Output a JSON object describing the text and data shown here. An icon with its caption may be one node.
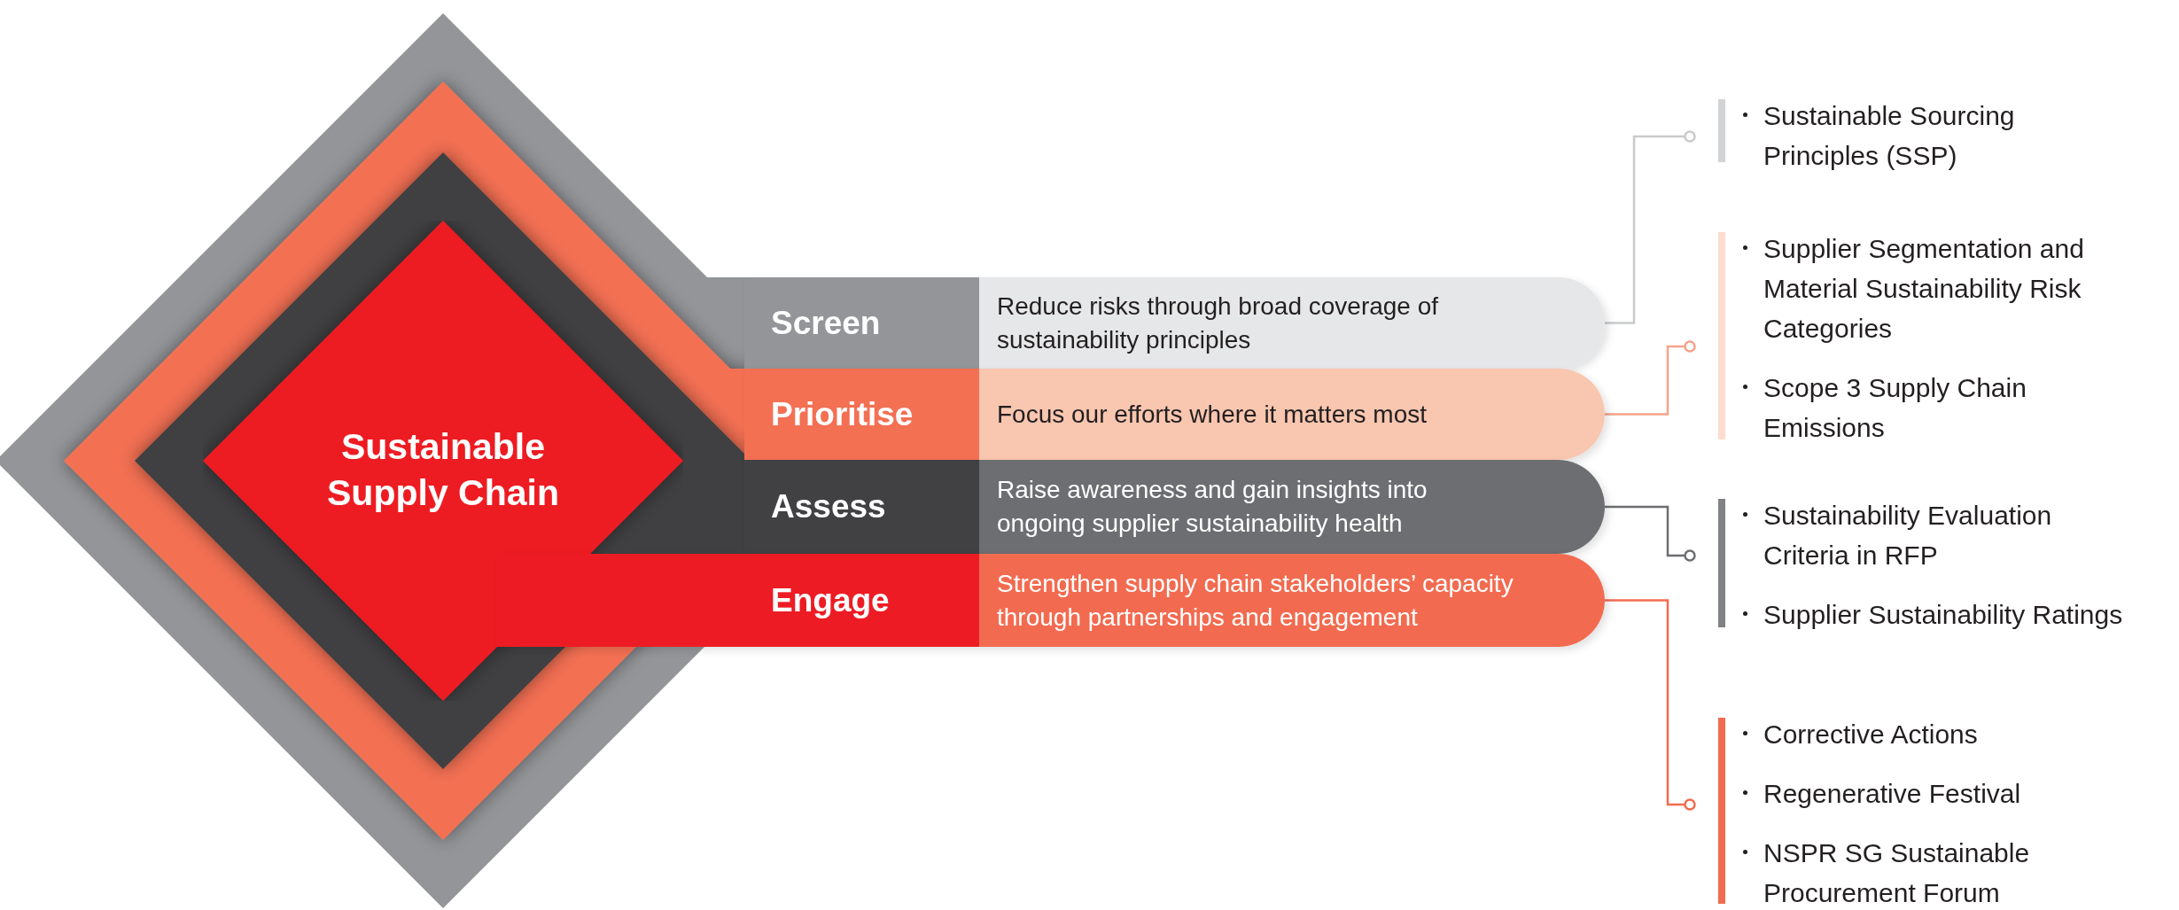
{
  "diagram": {
    "nodes": [
      {
        "text": [
          "Sustainable Supply Chain"
        ]
      },
      {
        "text": [
          "Screen",
          "Reduce risks through broad coverage of sustainability principles"
        ]
      },
      {
        "text": [
          "Prioritise",
          "Focus our efforts where it matters most"
        ]
      },
      {
        "text": [
          "Assess",
          "Raise awareness and gain insights into ongoing supplier sustainability health"
        ]
      },
      {
        "text": [
          "Engage",
          "Strengthen supply chain stakeholders’ capacity through partnerships and engagement"
        ]
      },
      {
        "text": [
          "Sustainable Sourcing Principles (SSP)"
        ]
      },
      {
        "text": [
          "Supplier Segmentation and Material Sustainability Risk Categories",
          "Scope 3 Supply Chain Emissions"
        ]
      },
      {
        "text": [
          "Sustainability Evaluation Criteria in RFP",
          "Supplier Sustainability Ratings"
        ]
      },
      {
        "text": [
          "Corrective Actions",
          "Regenerative Festival",
          "NSPR SG Sustainable Procurement Forum"
        ]
      }
    ],
    "edges": [
      {
        "from": 1,
        "to": 5,
        "arrow": "other",
        "color": "#c9cacc"
      },
      {
        "from": 2,
        "to": 6,
        "arrow": "other",
        "color": "#f5a38a"
      },
      {
        "from": 3,
        "to": 7,
        "arrow": "other",
        "color": "#6d6e71"
      },
      {
        "from": 4,
        "to": 8,
        "arrow": "other",
        "color": "#f26b50"
      }
    ]
  }
}
